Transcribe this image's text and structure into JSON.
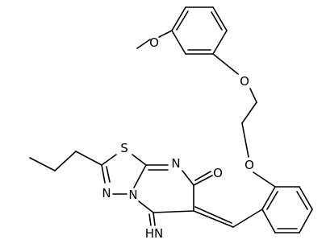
{
  "atoms": {
    "o_methoxy": "O",
    "o_ether_upper": "O",
    "o_ether_lower": "O",
    "s_ring": "S",
    "n_ring_upper": "N",
    "o_carbonyl": "O",
    "n_ring_left": "N",
    "n_ring_bridge": "N",
    "imine": "HN"
  },
  "colors": {
    "ink": "#000000",
    "background": "#ffffff"
  }
}
